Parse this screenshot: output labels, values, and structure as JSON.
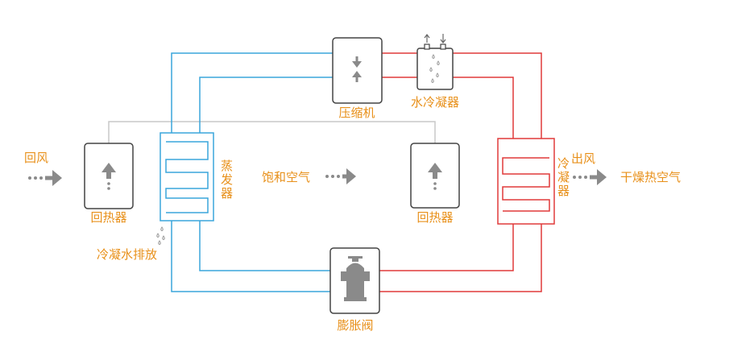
{
  "colors": {
    "label_orange": "#e8901a",
    "cold_line_blue": "#3aa6dc",
    "hot_line_red": "#e03a3a",
    "duct_gray": "#c8c8c8",
    "box_border": "#444444",
    "arrow_gray": "#8a8a8a"
  },
  "labels": {
    "return_air": "回风",
    "reheater_left": "回热器",
    "evaporator": [
      "蒸",
      "发",
      "器"
    ],
    "condensate_drain": "冷凝水排放",
    "saturated_air": "饱和空气",
    "compressor": "压缩机",
    "water_condenser": "水冷凝器",
    "reheater_right": "回热器",
    "condenser": [
      "冷",
      "凝",
      "器"
    ],
    "outlet_air": "出风",
    "dry_hot_air": "干燥热空气",
    "expansion_valve": "膨胀阀"
  },
  "icons": {
    "reheater_left": "up-arrow-icon",
    "reheater_right": "up-arrow-icon",
    "compressor": "compress-arrows-icon",
    "water_condenser": "water-drops-icon",
    "expansion_valve": "valve-icon",
    "condensate": "water-drops-icon",
    "flow": "dotted-arrow-icon"
  }
}
